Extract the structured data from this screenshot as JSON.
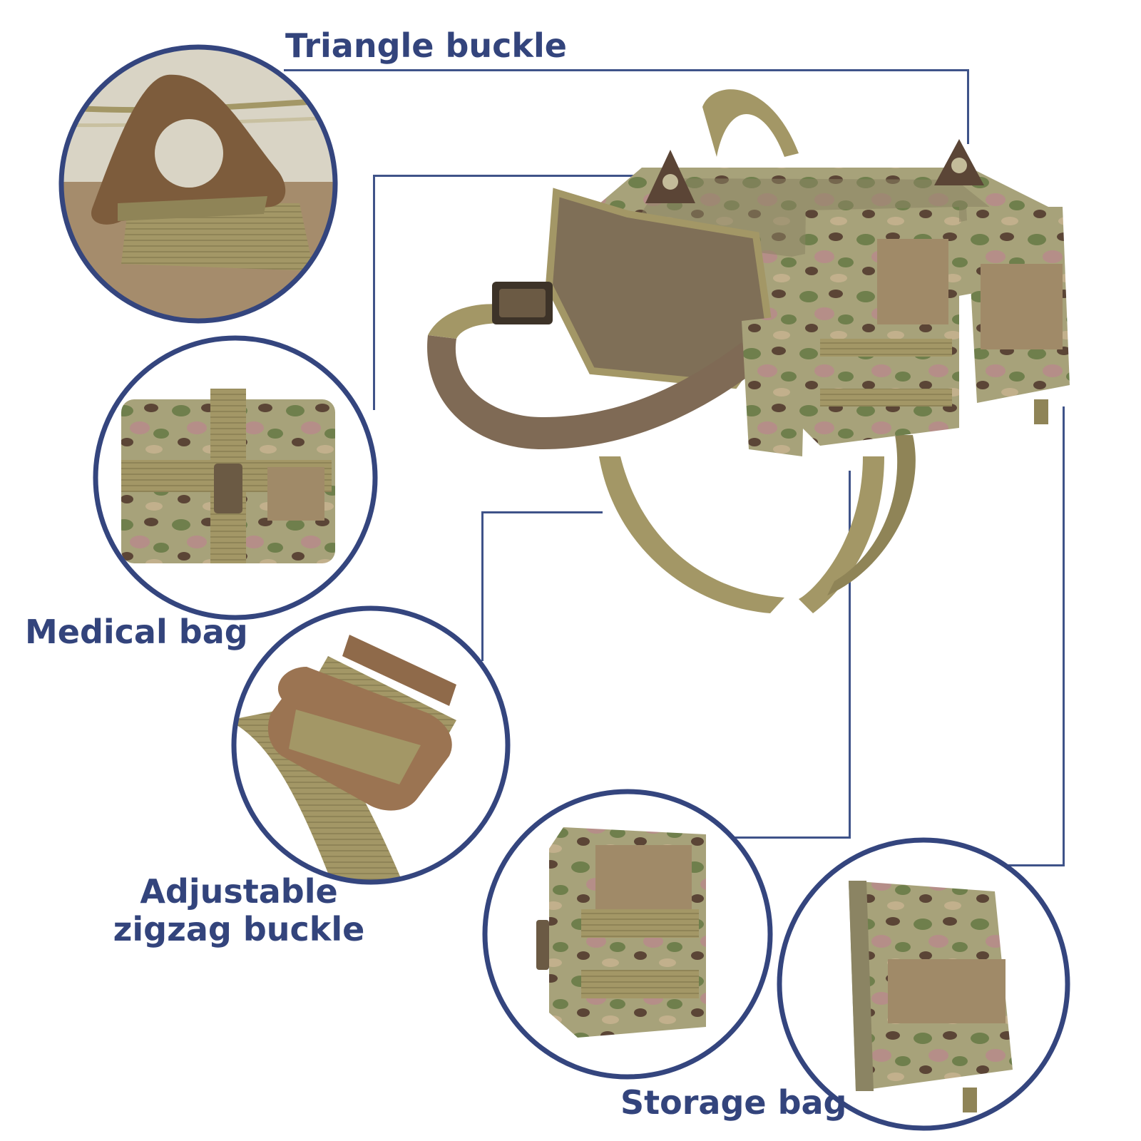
{
  "labels": {
    "triangle_buckle": "Triangle buckle",
    "medical_bag": "Medical bag",
    "adjustable_line1": "Adjustable",
    "adjustable_line2": "zigzag buckle",
    "storage_bag": "Storage bag"
  },
  "colors": {
    "label_text": "#33447c",
    "connector_line": "#3f5389",
    "circle_border": "#34457e",
    "camo_base": "#9c9a72",
    "webbing": "#a39766",
    "buckle_brown": "#7d5c3c",
    "handle_brown": "#7f6a55"
  },
  "callouts": [
    {
      "name": "triangle-buckle-callout",
      "icon": "triangle-buckle-icon"
    },
    {
      "name": "medical-bag-callout",
      "icon": "medical-bag-icon"
    },
    {
      "name": "adjustable-buckle-callout",
      "icon": "zigzag-buckle-icon"
    },
    {
      "name": "storage-bag-left-callout",
      "icon": "storage-pouch-icon"
    },
    {
      "name": "storage-bag-right-callout",
      "icon": "storage-pouch-icon"
    }
  ]
}
